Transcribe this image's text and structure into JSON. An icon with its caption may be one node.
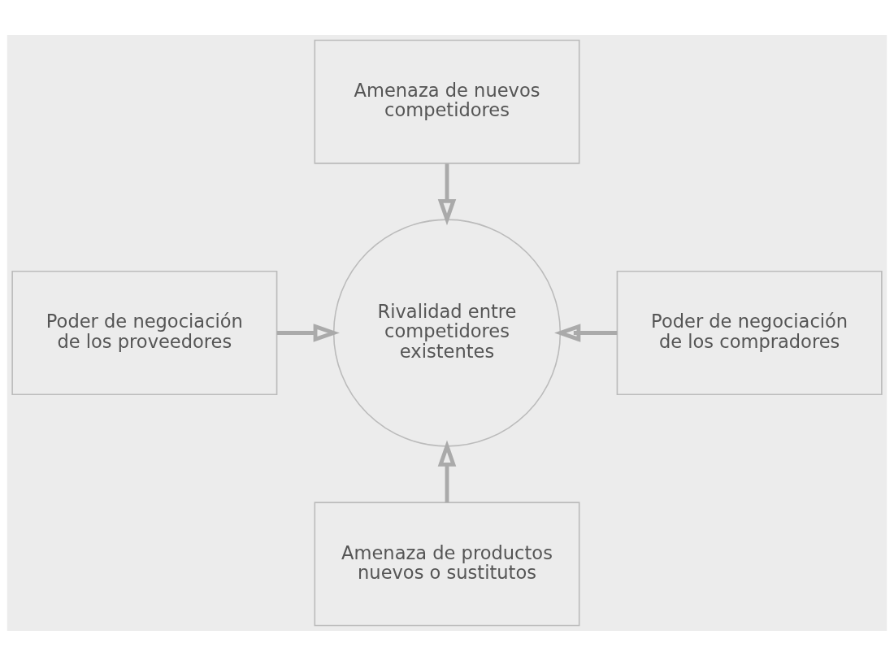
{
  "diagram": {
    "nodes": [
      {
        "text": [
          "Amenaza de nuevos competidores"
        ]
      },
      {
        "text": [
          "Poder de negociación de los proveedores"
        ]
      },
      {
        "text": [
          "Rivalidad entre competidores existentes"
        ]
      },
      {
        "text": [
          "Poder de negociación de los compradores"
        ]
      },
      {
        "text": [
          "Amenaza de productos nuevos o sustitutos"
        ]
      }
    ],
    "edges": [
      {
        "from": 0,
        "to": 2,
        "arrow": "to"
      },
      {
        "from": 1,
        "to": 2,
        "arrow": "to"
      },
      {
        "from": 3,
        "to": 2,
        "arrow": "to"
      },
      {
        "from": 4,
        "to": 2,
        "arrow": "to"
      }
    ]
  }
}
